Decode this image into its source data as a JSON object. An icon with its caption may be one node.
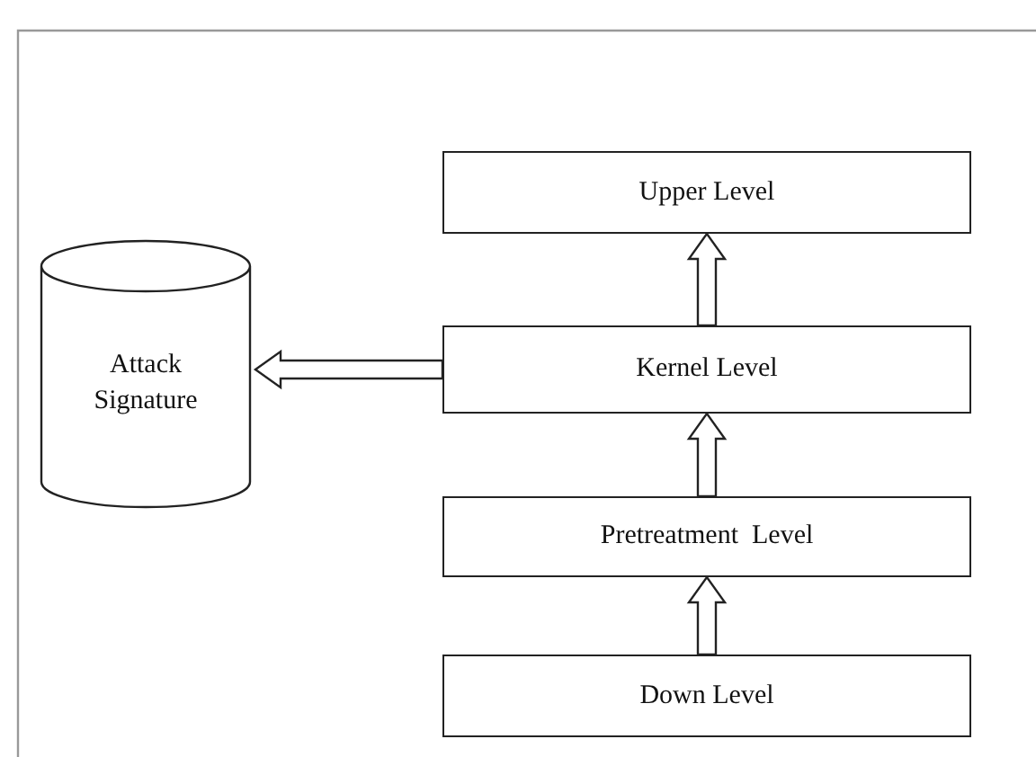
{
  "diagram": {
    "nodes": [
      {
        "text": [
          "Upper Level"
        ]
      },
      {
        "text": [
          "Attack Signature"
        ]
      },
      {
        "text": [
          "Kernel Level"
        ]
      },
      {
        "text": [
          "Pretreatment  Level"
        ]
      },
      {
        "text": [
          "Down Level"
        ]
      }
    ],
    "edges": [
      {
        "from": 2,
        "to": 0,
        "arrow": "to"
      },
      {
        "from": 3,
        "to": 2,
        "arrow": "to"
      },
      {
        "from": 4,
        "to": 3,
        "arrow": "to"
      },
      {
        "from": 2,
        "to": 1,
        "arrow": "to"
      }
    ]
  }
}
